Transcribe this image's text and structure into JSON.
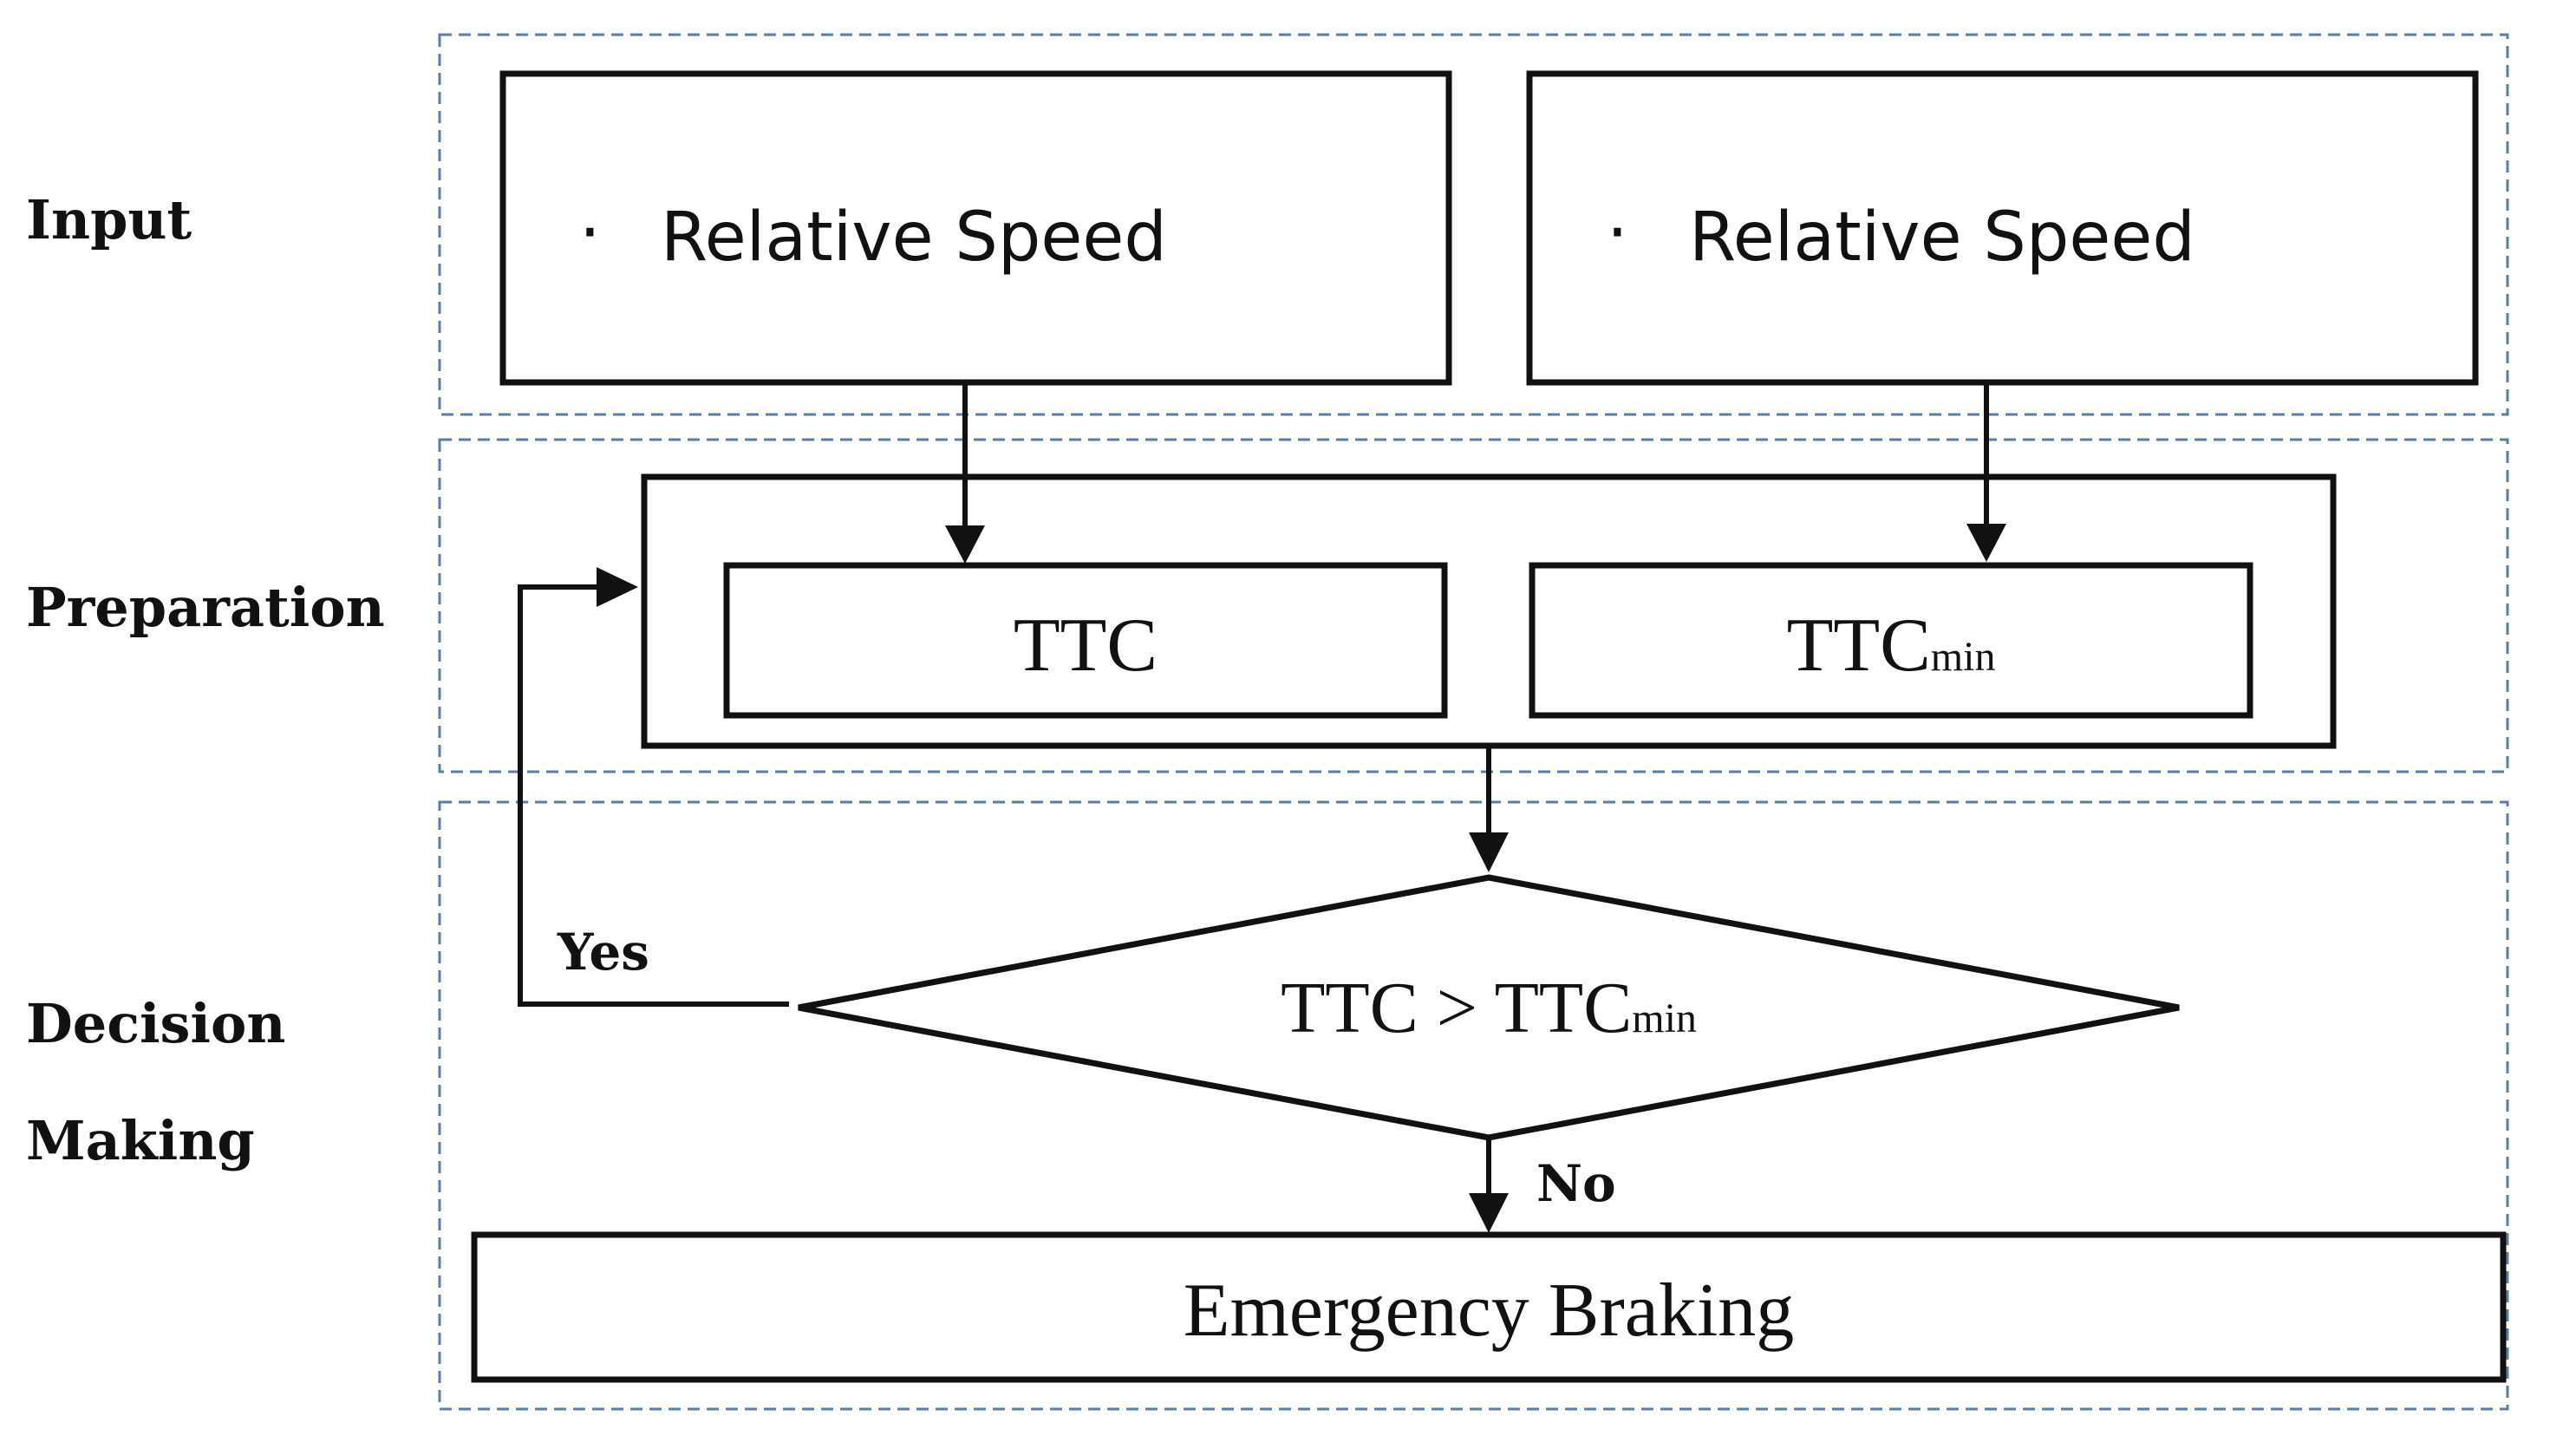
{
  "stages": {
    "input": "Input",
    "preparation": "Preparation",
    "decision_line1": "Decision",
    "decision_line2": "Making"
  },
  "input_boxes": {
    "left": {
      "bullet": "·",
      "text": "Relative  Speed"
    },
    "right": {
      "bullet": "·",
      "text": "Relative  Speed"
    }
  },
  "preparation_boxes": {
    "ttc": "TTC",
    "ttc_min_main": "TTC",
    "ttc_min_sub": "min"
  },
  "decision": {
    "condition_main": "TTC > TTC",
    "condition_sub": "min",
    "yes_label": "Yes",
    "no_label": "No"
  },
  "output": {
    "label": "Emergency Braking"
  },
  "colors": {
    "region_border": "#5b7ea6",
    "stroke": "#111111",
    "background": "#ffffff"
  }
}
